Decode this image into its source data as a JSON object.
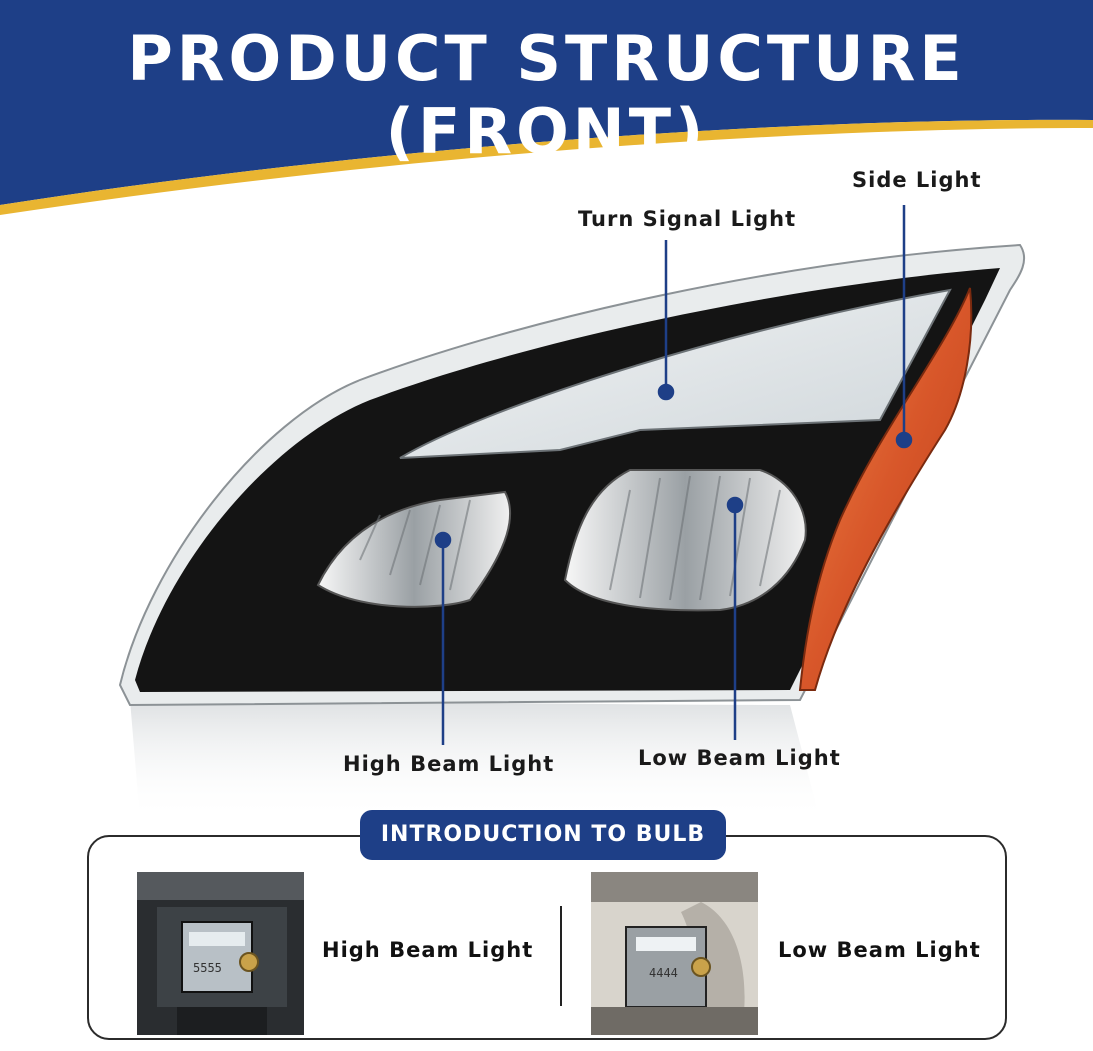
{
  "header": {
    "title": "PRODUCT STRUCTURE (FRONT)",
    "colors": {
      "band": "#1e3f87",
      "accent": "#e9b531"
    }
  },
  "callouts": {
    "turn_signal": "Turn Signal Light",
    "side_light": "Side Light",
    "high_beam": "High Beam Light",
    "low_beam": "Low Beam Light"
  },
  "intro": {
    "heading": "INTRODUCTION TO BULB",
    "items": [
      {
        "label": "High Beam Light",
        "chip_text": "5555"
      },
      {
        "label": "Low Beam Light",
        "chip_text": "4444"
      }
    ]
  },
  "colors": {
    "amber_lens": "#d8572a",
    "housing": "#141414",
    "pointer": "#1e3f87"
  }
}
